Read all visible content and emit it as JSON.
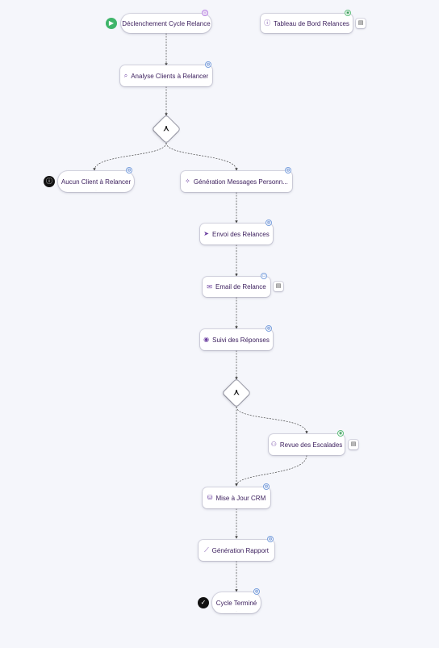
{
  "nodes": {
    "trigger": {
      "label": "Déclenchement Cycle Relance"
    },
    "dashboard": {
      "label": "Tableau de Bord Relances"
    },
    "analysis": {
      "label": "Analyse Clients à Relancer"
    },
    "no_client": {
      "label": "Aucun Client à Relancer"
    },
    "generation": {
      "label": "Génération Messages Personn..."
    },
    "send": {
      "label": "Envoi des Relances"
    },
    "email": {
      "label": "Email de Relance"
    },
    "followup": {
      "label": "Suivi des Réponses"
    },
    "escalation": {
      "label": "Revue des Escalades"
    },
    "crm": {
      "label": "Mise à Jour CRM"
    },
    "report": {
      "label": "Génération Rapport"
    },
    "done": {
      "label": "Cycle Terminé"
    }
  },
  "colors": {
    "node_text": "#3a1d5c",
    "edge": "#444444",
    "start": "#3fb56a",
    "end": "#111111",
    "background": "#f5f6fb"
  },
  "icons": {
    "trigger": "play-icon",
    "dashboard": "info-icon",
    "analysis": "search-icon",
    "no_client": "info-icon",
    "generation": "magic-wand-icon",
    "send": "send-icon",
    "email": "mail-icon",
    "followup": "eye-icon",
    "escalation": "user-review-icon",
    "crm": "database-icon",
    "report": "chart-icon",
    "done": "check-icon",
    "decision": "split-icon",
    "document": "document-icon"
  }
}
